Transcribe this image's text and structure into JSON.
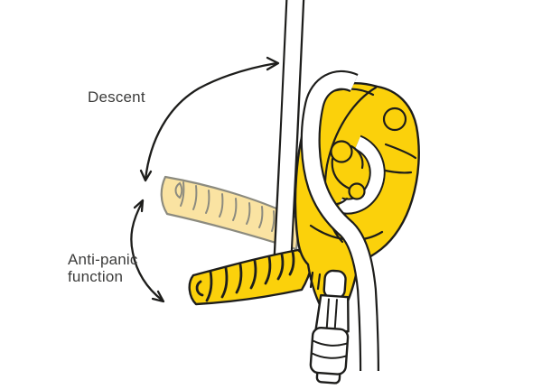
{
  "diagram": {
    "type": "descender-handle-positions-illustration",
    "labels": {
      "descent": "Descent",
      "anti_panic_line1": "Anti-panic",
      "anti_panic_line2": "function"
    },
    "colors": {
      "background": "#ffffff",
      "device_yellow": "#FBD10B",
      "ghost_fill": "#FAE3A2",
      "ghost_outline": "#8C8B7F",
      "line": "#1D1D1B",
      "rope": "#FFFFFF",
      "text": "#3C3C3B"
    }
  }
}
